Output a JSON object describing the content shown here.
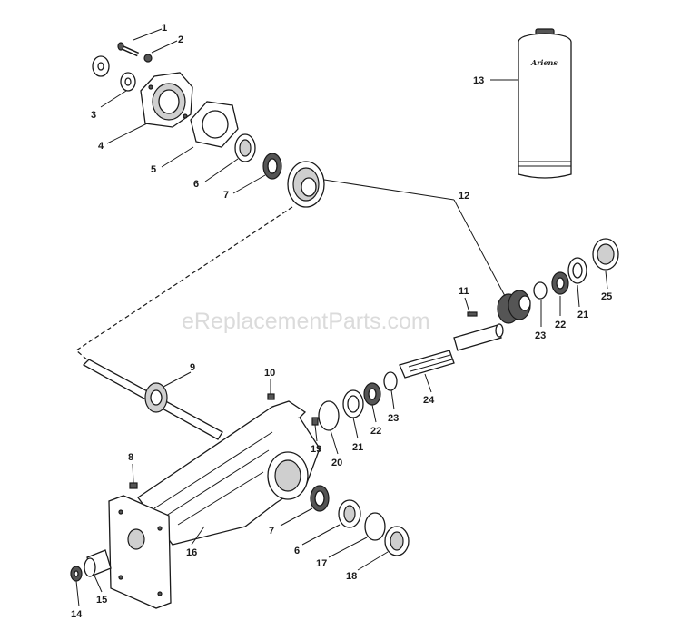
{
  "watermark": "eReplacementParts.com",
  "bottle_brand": "Ariens",
  "callouts": [
    {
      "id": "c1",
      "label": "1"
    },
    {
      "id": "c2",
      "label": "2"
    },
    {
      "id": "c3",
      "label": "3"
    },
    {
      "id": "c4",
      "label": "4"
    },
    {
      "id": "c5",
      "label": "5"
    },
    {
      "id": "c6a",
      "label": "6"
    },
    {
      "id": "c7a",
      "label": "7"
    },
    {
      "id": "c12",
      "label": "12"
    },
    {
      "id": "c13",
      "label": "13"
    },
    {
      "id": "c25",
      "label": "25"
    },
    {
      "id": "c21a",
      "label": "21"
    },
    {
      "id": "c22a",
      "label": "22"
    },
    {
      "id": "c23a",
      "label": "23"
    },
    {
      "id": "c11",
      "label": "11"
    },
    {
      "id": "c9",
      "label": "9"
    },
    {
      "id": "c10",
      "label": "10"
    },
    {
      "id": "c24",
      "label": "24"
    },
    {
      "id": "c23b",
      "label": "23"
    },
    {
      "id": "c22b",
      "label": "22"
    },
    {
      "id": "c21b",
      "label": "21"
    },
    {
      "id": "c20",
      "label": "20"
    },
    {
      "id": "c19",
      "label": "19"
    },
    {
      "id": "c8",
      "label": "8"
    },
    {
      "id": "c7b",
      "label": "7"
    },
    {
      "id": "c6b",
      "label": "6"
    },
    {
      "id": "c17",
      "label": "17"
    },
    {
      "id": "c18",
      "label": "18"
    },
    {
      "id": "c16",
      "label": "16"
    },
    {
      "id": "c15",
      "label": "15"
    },
    {
      "id": "c14",
      "label": "14"
    }
  ]
}
